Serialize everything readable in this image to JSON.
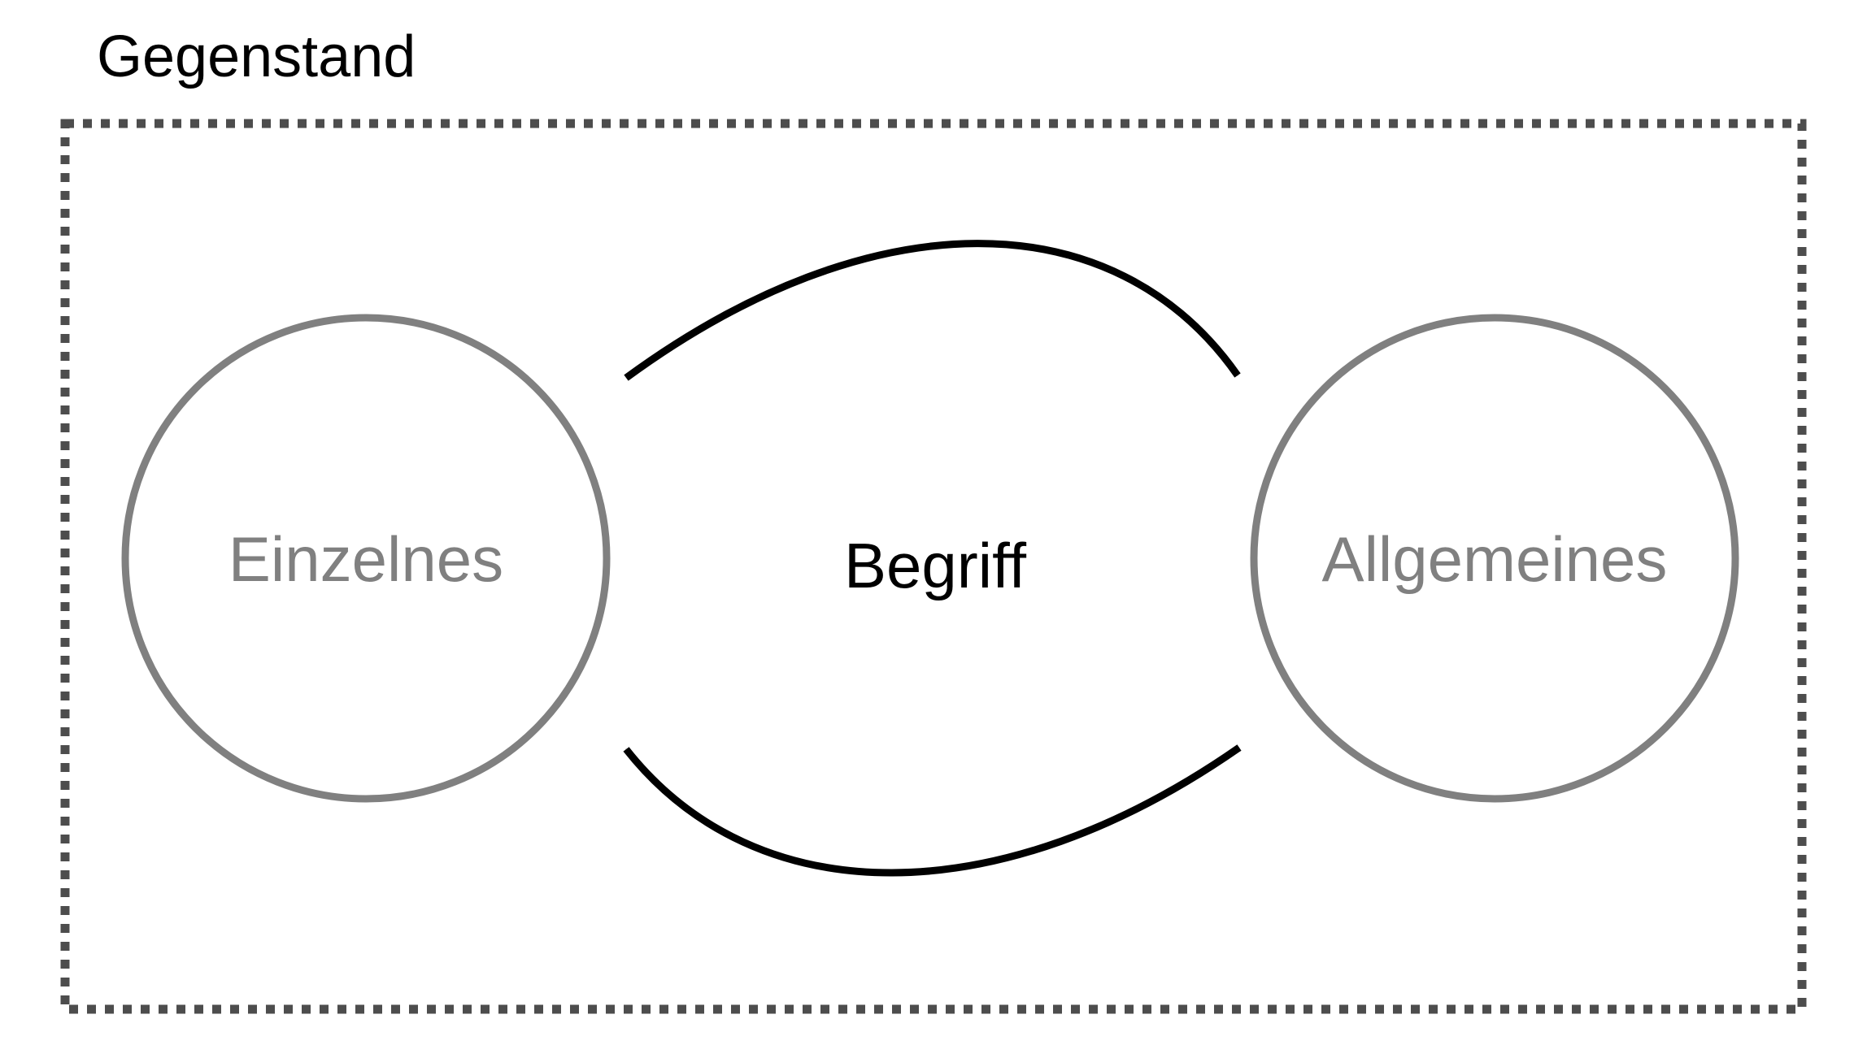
{
  "diagram": {
    "container_label": "Gegenstand",
    "left_node_label": "Einzelnes",
    "center_label": "Begriff",
    "right_node_label": "Allgemeines"
  },
  "colors": {
    "frame": "#4d4d4d",
    "node_stroke": "#808080",
    "node_text": "#808080",
    "arrow": "#000000",
    "text": "#000000",
    "background": "#ffffff"
  }
}
